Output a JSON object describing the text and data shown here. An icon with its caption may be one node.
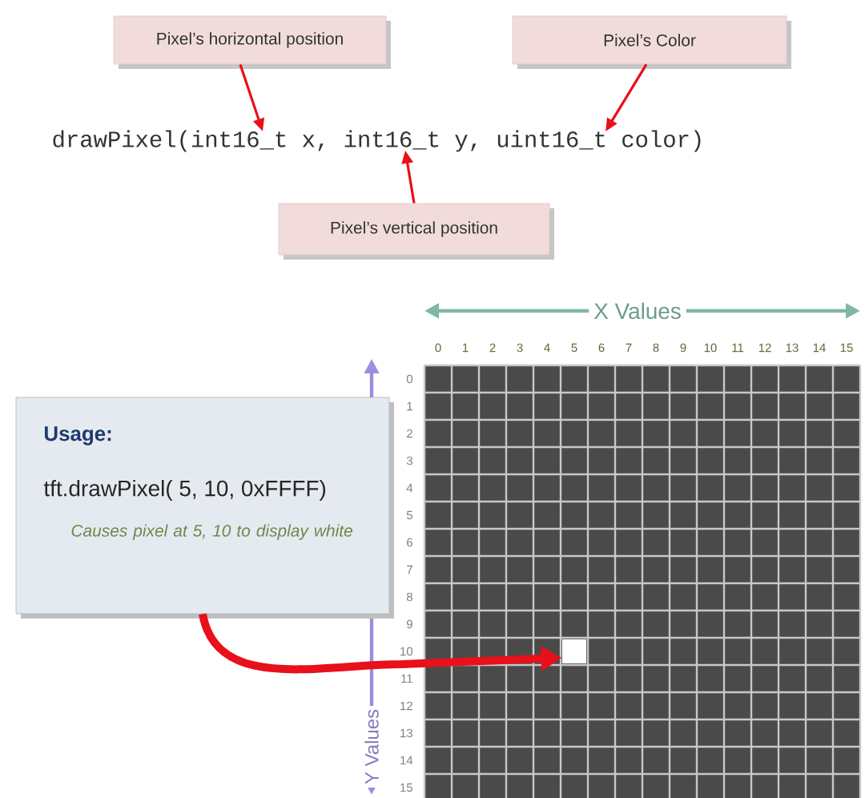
{
  "diagram": {
    "nodes": [
      {
        "text": [
          "Pixel’s horizontal position"
        ]
      },
      {
        "text": [
          "Pixel’s Color"
        ]
      },
      {
        "text": [
          "drawPixel(int16_t x, int16_t y, uint16_t color)"
        ]
      },
      {
        "text": [
          "Pixel’s vertical position"
        ]
      },
      {
        "text": [
          "Usage:",
          "tft.drawPixel( 5, 10, 0xFFFF)",
          "Causes pixel at 5, 10 to display white"
        ]
      },
      {
        "text": [],
        "shape": "box"
      }
    ],
    "edges": [
      {
        "from": 0,
        "to": 2,
        "arrow": "to"
      },
      {
        "from": 1,
        "to": 2,
        "arrow": "to"
      },
      {
        "from": 3,
        "to": 2,
        "arrow": "to"
      },
      {
        "from": 4,
        "to": 5,
        "arrow": "to",
        "style": "thick"
      }
    ],
    "labels": [
      "X Values",
      "0",
      "1",
      "2",
      "3",
      "4",
      "5",
      "6",
      "7",
      "8",
      "9",
      "10",
      "11",
      "12",
      "13",
      "14",
      "15",
      "0",
      "1",
      "2",
      "3",
      "4",
      "5",
      "6",
      "7",
      "8",
      "9",
      "10",
      "11",
      "12",
      "13",
      "14",
      "15",
      "Y Values"
    ]
  }
}
